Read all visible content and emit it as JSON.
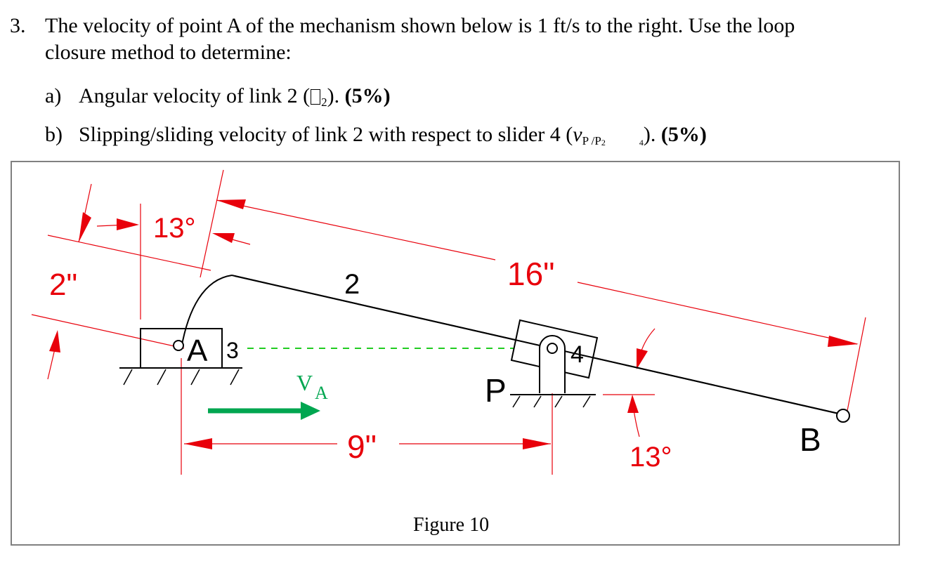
{
  "question": {
    "number": "3.",
    "line1": "The velocity of point A of the mechanism shown below is 1 ft/s to the right. Use the loop",
    "line2": "closure method to determine:",
    "items": [
      {
        "label": "a)",
        "text_before": "Angular velocity of link 2 (",
        "symbol_sub": "2",
        "text_after": ").",
        "weight": "(5%)"
      },
      {
        "label": "b)",
        "text_before": "Slipping/sliding velocity of link 2 with respect to slider 4 (",
        "symbol": "v",
        "sub": "P /P",
        "sub2": "2",
        "sub3": "4",
        "text_after": ").",
        "weight": "(5%)"
      }
    ]
  },
  "figure": {
    "caption": "Figure 10",
    "dimensions": {
      "angle_top": "13°",
      "offset": "2\"",
      "length_16": "16\"",
      "length_9": "9\"",
      "angle_bottom": "13°"
    },
    "labels": {
      "link2": "2",
      "pointA": "A",
      "slider3": "3",
      "slider4": "4",
      "pointP": "P",
      "pointB": "B",
      "velocity_v": "V",
      "velocity_sub": "A"
    },
    "colors": {
      "dimension": "#e8000b",
      "velocity": "#00a650",
      "dashed": "#22cc22",
      "link": "#000000"
    }
  }
}
